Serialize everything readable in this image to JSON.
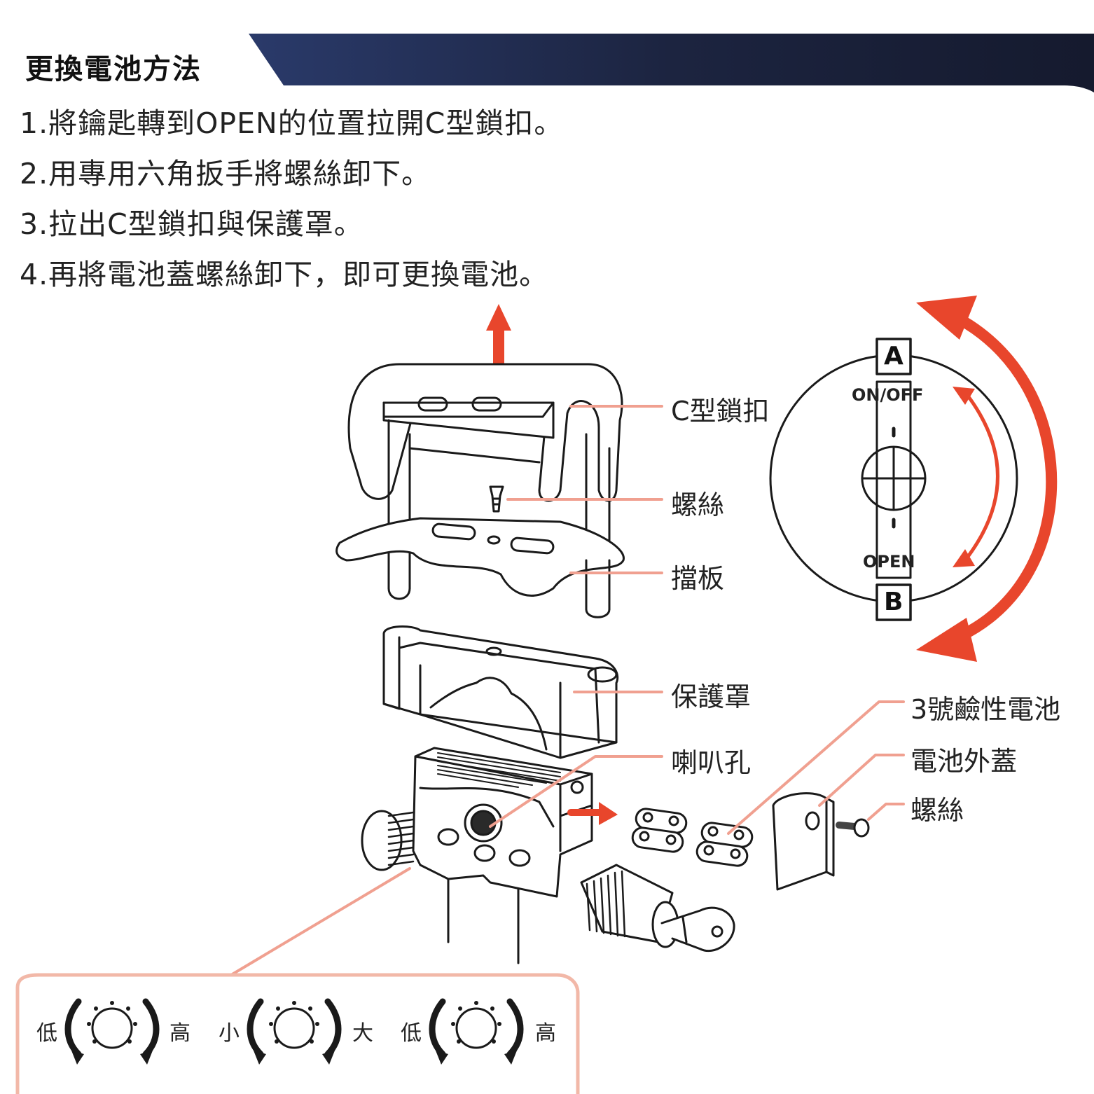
{
  "title": "更換電池方法",
  "steps": [
    "1.將鑰匙轉到OPEN的位置拉開C型鎖扣。",
    "2.用專用六角扳手將螺絲卸下。",
    "3.拉出C型鎖扣與保護罩。",
    "4.再將電池蓋螺絲卸下，即可更換電池。"
  ],
  "labels": {
    "c_lock": "C型鎖扣",
    "screw": "螺絲",
    "baffle": "擋板",
    "cover": "保護罩",
    "speaker_hole": "喇叭孔",
    "battery": "3號鹼性電池",
    "battery_cover": "電池外蓋",
    "screw2": "螺絲"
  },
  "switch": {
    "a": "A",
    "b": "B",
    "on_off": "ON/OFF",
    "open": "OPEN"
  },
  "dials": [
    {
      "left": "低",
      "right": "高"
    },
    {
      "left": "小",
      "right": "大"
    },
    {
      "left": "低",
      "right": "高"
    }
  ],
  "colors": {
    "banner": "#1c2440",
    "accent": "#e8462c",
    "leader": "#f0a090",
    "box_border": "#f2b8a8"
  }
}
